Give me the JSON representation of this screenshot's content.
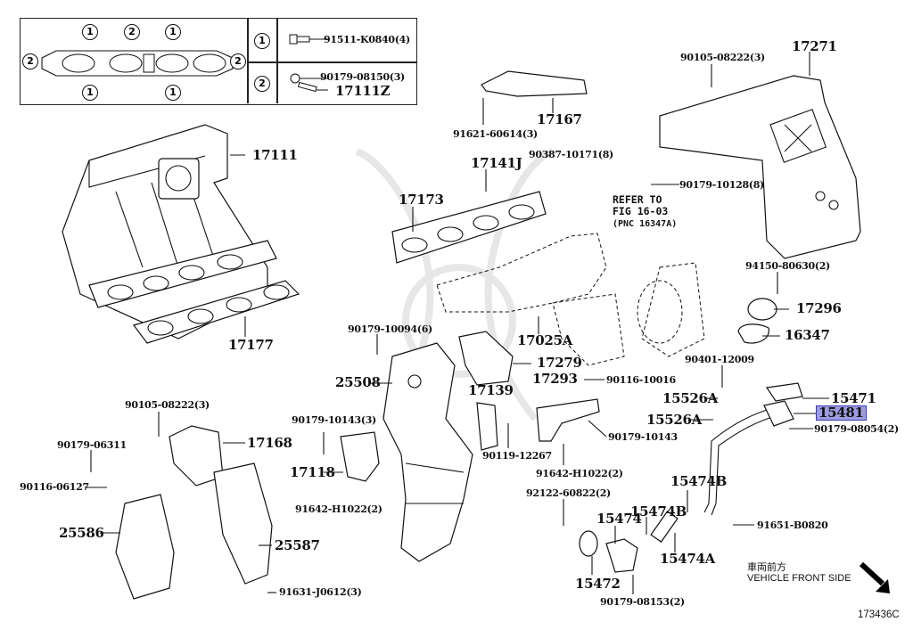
{
  "diagram": {
    "title_code": "173436C",
    "orientation": {
      "japanese": "車両前方",
      "english": "VEHICLE FRONT SIDE",
      "arrow_icon": "arrow-down-right-icon"
    },
    "reference_note": {
      "line1": "REFER TO",
      "line2": "FIG 16-03",
      "line3": "(PNC 16347A)"
    },
    "legend": {
      "markers": [
        "1",
        "2",
        "1",
        "2",
        "2",
        "1",
        "1"
      ],
      "rows": [
        {
          "marker": "1",
          "parts": [
            "91511-K0840(4)"
          ]
        },
        {
          "marker": "2",
          "parts": [
            "90179-08150(3)",
            "17111Z"
          ]
        }
      ]
    },
    "highlighted_part": "15481",
    "highlight_color": "#9c9ce0",
    "callouts": {
      "p17271": "17271",
      "p90105_top": "90105-08222(3)",
      "p17167": "17167",
      "p91621": "91621-60614(3)",
      "p17111": "17111",
      "p17141J": "17141J",
      "p90387": "90387-10171(8)",
      "p90179_10128": "90179-10128(8)",
      "p17173": "17173",
      "p94150": "94150-80630(2)",
      "p17296": "17296",
      "p16347": "16347",
      "p17177": "17177",
      "p90179_10094": "90179-10094(6)",
      "p17025A": "17025A",
      "p17279": "17279",
      "p90401": "90401-12009",
      "p25508": "25508",
      "p17293": "17293",
      "p90116_10016": "90116-10016",
      "p17139": "17139",
      "p15526A_1": "15526A",
      "p15471": "15471",
      "p15481": "15481",
      "p15526A_2": "15526A",
      "p90179_08054": "90179-08054(2)",
      "p90105_left": "90105-08222(3)",
      "p90179_10143_3": "90179-10143(3)",
      "p17168": "17168",
      "p90179_10143": "90179-10143",
      "p90179_06311": "90179-06311",
      "p90119": "90119-12267",
      "p17118": "17118",
      "p91642_a": "91642-H1022(2)",
      "p90116_06127": "90116-06127",
      "p15474B_1": "15474B",
      "p92122": "92122-60822(2)",
      "p91642_b": "91642-H1022(2)",
      "p15474": "15474",
      "p15474B_2": "15474B",
      "p91651": "91651-B0820",
      "p25586": "25586",
      "p25587": "25587",
      "p15472": "15472",
      "p15474A": "15474A",
      "p91631": "91631-J0612(3)",
      "p90179_08153": "90179-08153(2)"
    }
  }
}
